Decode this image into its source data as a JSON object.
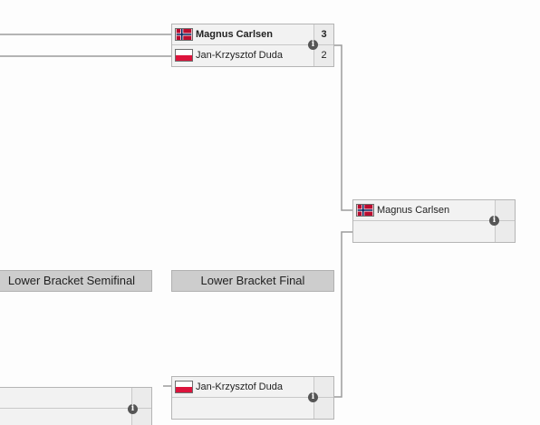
{
  "colors": {
    "connector": "#9c9c9c",
    "match_bg": "#f2f2f2",
    "header_bg": "#cdcdcd",
    "info_icon": "#555555"
  },
  "round_headers": {
    "lower_semifinal": "Lower Bracket Semifinal",
    "lower_final": "Lower Bracket Final"
  },
  "matches": {
    "upper_final": {
      "top": {
        "flag": "norway-flag",
        "name": "Magnus Carlsen",
        "score": "3",
        "winner": true
      },
      "bottom": {
        "flag": "poland-flag",
        "name": "Jan-Krzysztof Duda",
        "score": "2",
        "winner": false
      }
    },
    "grand_final": {
      "top": {
        "flag": "norway-flag",
        "name": "Magnus Carlsen",
        "score": ""
      },
      "bottom": {
        "name": "",
        "score": ""
      }
    },
    "lower_final": {
      "top": {
        "flag": "poland-flag",
        "name": "Jan-Krzysztof Duda",
        "score": ""
      },
      "bottom": {
        "name": "",
        "score": ""
      }
    },
    "lower_semifinal": {
      "top": {
        "name": "",
        "score": ""
      },
      "bottom": {
        "name": "",
        "score": ""
      }
    }
  },
  "info_icon_glyph": "i"
}
